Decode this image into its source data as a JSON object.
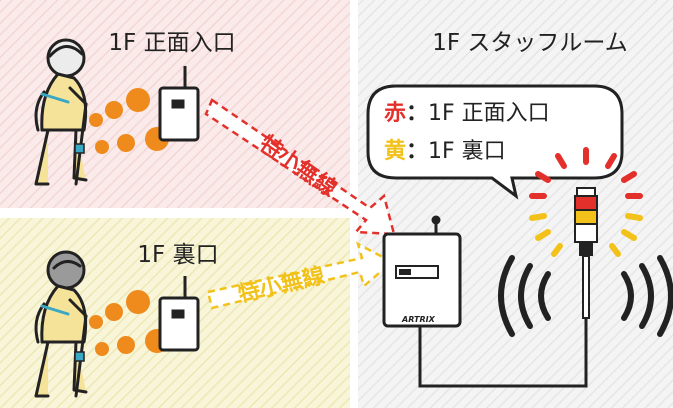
{
  "panels": {
    "front": {
      "label": "1F 正面入口"
    },
    "back": {
      "label": "1F 裏口"
    },
    "staff": {
      "label": "1F スタッフルーム"
    }
  },
  "wireless": {
    "label": "特小無線"
  },
  "bubble": {
    "line1": {
      "color_word": "赤",
      "sep": "：",
      "place": "1F 正面入口"
    },
    "line2": {
      "color_word": "黄",
      "sep": "：",
      "place": "1F 裏口"
    }
  },
  "receiver": {
    "brand": "ARTRIX"
  },
  "colors": {
    "pink_panel": "#fbeaea",
    "yellow_panel": "#f8f5d9",
    "gray_panel": "#f0f0f0",
    "red": "#e4302a",
    "yellow": "#f2c21b",
    "orange": "#ef8a1c",
    "dark": "#222222",
    "skin": "#f6e39a",
    "teal": "#3aa7c4"
  }
}
